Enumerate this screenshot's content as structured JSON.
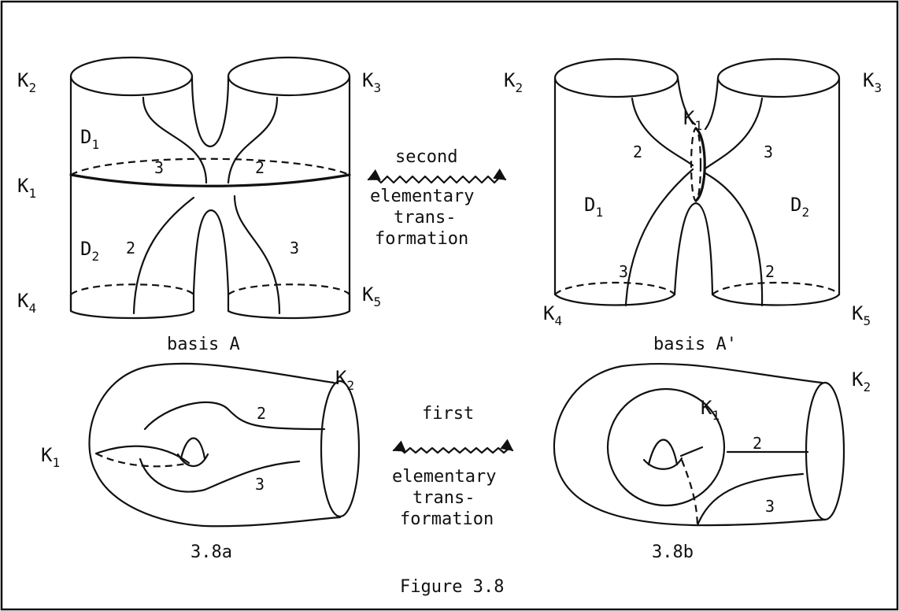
{
  "figure": {
    "caption": "Figure 3.8",
    "top_left": {
      "caption": "basis A",
      "labels": {
        "k2": "K",
        "k3": "K",
        "k1": "K",
        "k4": "K",
        "k5": "K",
        "d1": "D",
        "d2": "D"
      },
      "subscripts": {
        "k2": "2",
        "k3": "3",
        "k1": "1",
        "k4": "4",
        "k5": "5",
        "d1": "1",
        "d2": "2"
      },
      "curve_numbers": [
        "3",
        "2",
        "2",
        "3"
      ]
    },
    "top_right": {
      "caption": "basis A'",
      "labels": {
        "k2": "K",
        "k3": "K",
        "k1": "K",
        "k4": "K",
        "k5": "K",
        "d1": "D",
        "d2": "D"
      },
      "subscripts": {
        "k2": "2",
        "k3": "3",
        "k1": "1",
        "k4": "4",
        "k5": "5",
        "d1": "1",
        "d2": "2"
      },
      "curve_numbers": [
        "2",
        "3",
        "3",
        "2"
      ]
    },
    "top_transform": {
      "line1": "second",
      "line2": "elementary",
      "line3": "trans-",
      "line4": "formation"
    },
    "bottom_left": {
      "caption": "3.8a",
      "labels": {
        "k1": "K",
        "k2": "K"
      },
      "subscripts": {
        "k1": "1",
        "k2": "2"
      },
      "curve_numbers": [
        "2",
        "3"
      ]
    },
    "bottom_right": {
      "caption": "3.8b",
      "labels": {
        "k1": "K",
        "k2": "K"
      },
      "subscripts": {
        "k1": "1",
        "k2": "2"
      },
      "curve_numbers": [
        "2",
        "3"
      ]
    },
    "bottom_transform": {
      "line1": "first",
      "line2": "elementary",
      "line3": "trans-",
      "line4": "formation"
    }
  }
}
